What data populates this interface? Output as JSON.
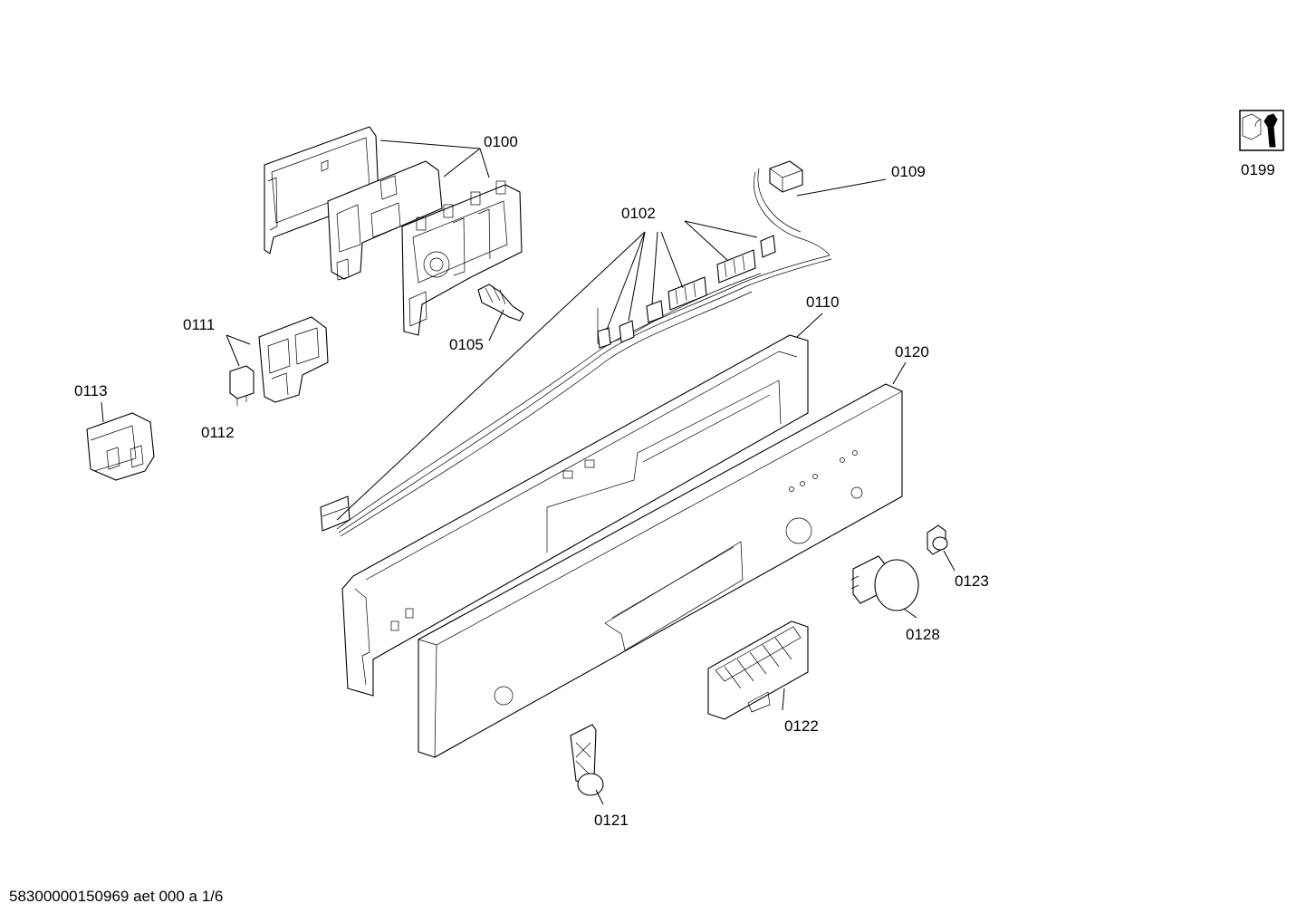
{
  "labels": {
    "p0100": "0100",
    "p0102": "0102",
    "p0105": "0105",
    "p0109": "0109",
    "p0110": "0110",
    "p0111": "0111",
    "p0112": "0112",
    "p0113": "0113",
    "p0120": "0120",
    "p0121": "0121",
    "p0122": "0122",
    "p0123": "0123",
    "p0128": "0128",
    "p0199": "0199"
  },
  "footer": {
    "document_id": "58300000150969 aet 000 a 1/6"
  },
  "icons": {
    "service": "wrench-nut-icon"
  }
}
